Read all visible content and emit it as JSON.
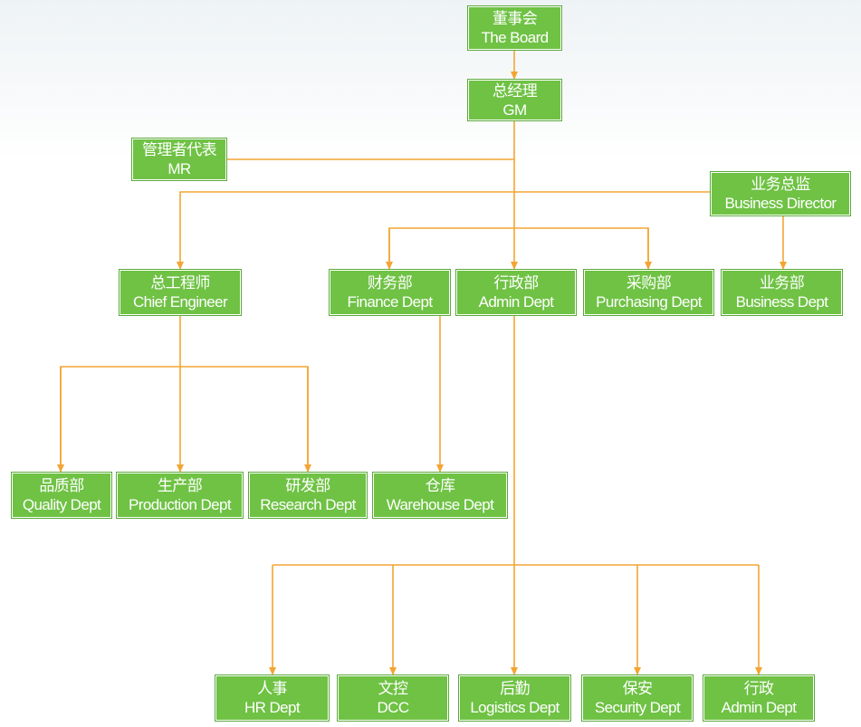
{
  "colors": {
    "node_fill": "#6fc244",
    "node_text": "#ffffff",
    "connector": "#f3a533"
  },
  "nodes": {
    "board": {
      "zh": "董事会",
      "en": "The Board"
    },
    "gm": {
      "zh": "总经理",
      "en": "GM"
    },
    "mr": {
      "zh": "管理者代表",
      "en": "MR"
    },
    "bizdir": {
      "zh": "业务总监",
      "en": "Business Director"
    },
    "chief": {
      "zh": "总工程师",
      "en": "Chief Engineer"
    },
    "finance": {
      "zh": "财务部",
      "en": "Finance Dept"
    },
    "admin": {
      "zh": "行政部",
      "en": "Admin Dept"
    },
    "purchasing": {
      "zh": "采购部",
      "en": "Purchasing Dept"
    },
    "business": {
      "zh": "业务部",
      "en": "Business Dept"
    },
    "quality": {
      "zh": "品质部",
      "en": "Quality Dept"
    },
    "production": {
      "zh": "生产部",
      "en": "Production Dept"
    },
    "research": {
      "zh": "研发部",
      "en": "Research Dept"
    },
    "warehouse": {
      "zh": "仓库",
      "en": "Warehouse Dept"
    },
    "hr": {
      "zh": "人事",
      "en": "HR Dept"
    },
    "dcc": {
      "zh": "文控",
      "en": "DCC"
    },
    "logistics": {
      "zh": "后勤",
      "en": "Logistics Dept"
    },
    "security": {
      "zh": "保安",
      "en": "Security Dept"
    },
    "admin2": {
      "zh": "行政",
      "en": "Admin Dept"
    }
  }
}
